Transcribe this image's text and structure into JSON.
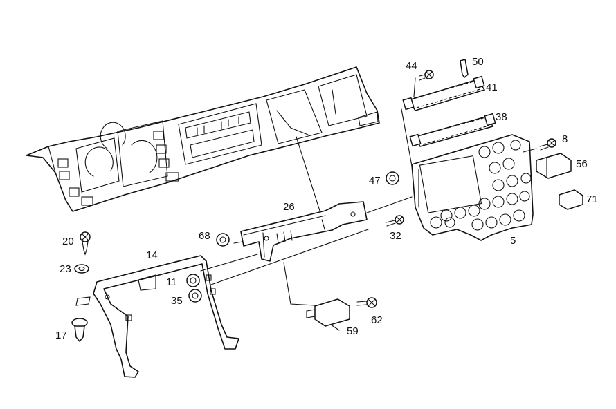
{
  "callouts": {
    "c44": "44",
    "c50": "50",
    "c41": "41",
    "c38": "38",
    "c8": "8",
    "c56": "56",
    "c47": "47",
    "c71": "71",
    "c26": "26",
    "c68": "68",
    "c32": "32",
    "c5": "5",
    "c20": "20",
    "c14": "14",
    "c23": "23",
    "c11": "11",
    "c35": "35",
    "c17": "17",
    "c62": "62",
    "c59": "59"
  }
}
